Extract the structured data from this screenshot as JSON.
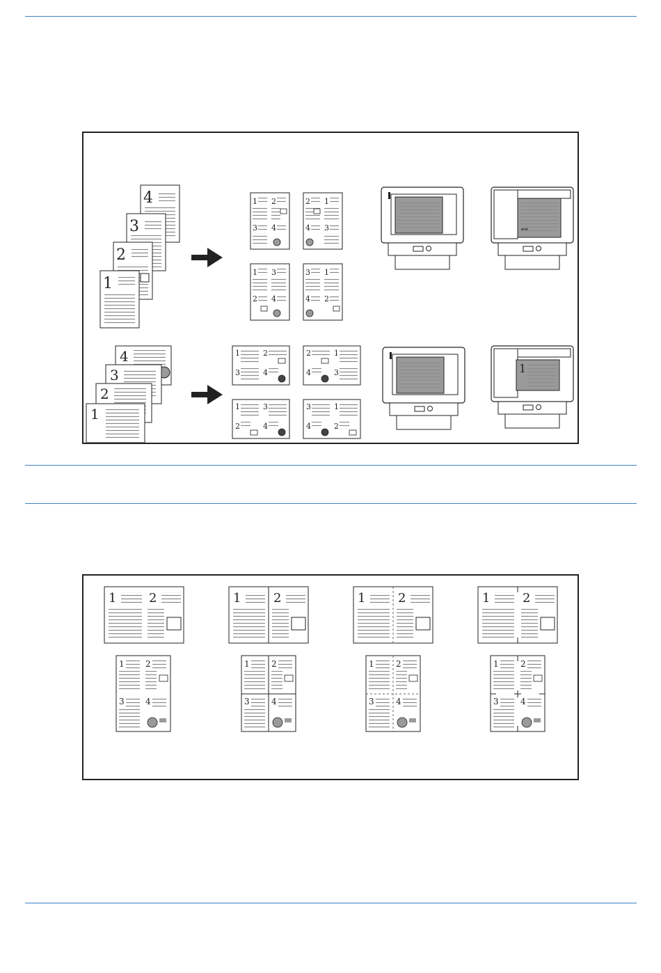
{
  "digits": {
    "one": "1",
    "two": "2",
    "three": "3",
    "four": "4"
  },
  "icons": {
    "arrow": "right-arrow-icon",
    "platen": "copier-platen-icon",
    "feeder": "document-processor-icon"
  },
  "colors": {
    "rule": "#3b7fc4",
    "line": "#222222",
    "text_line": "#888888",
    "gray_fill": "#9a9a9a"
  }
}
